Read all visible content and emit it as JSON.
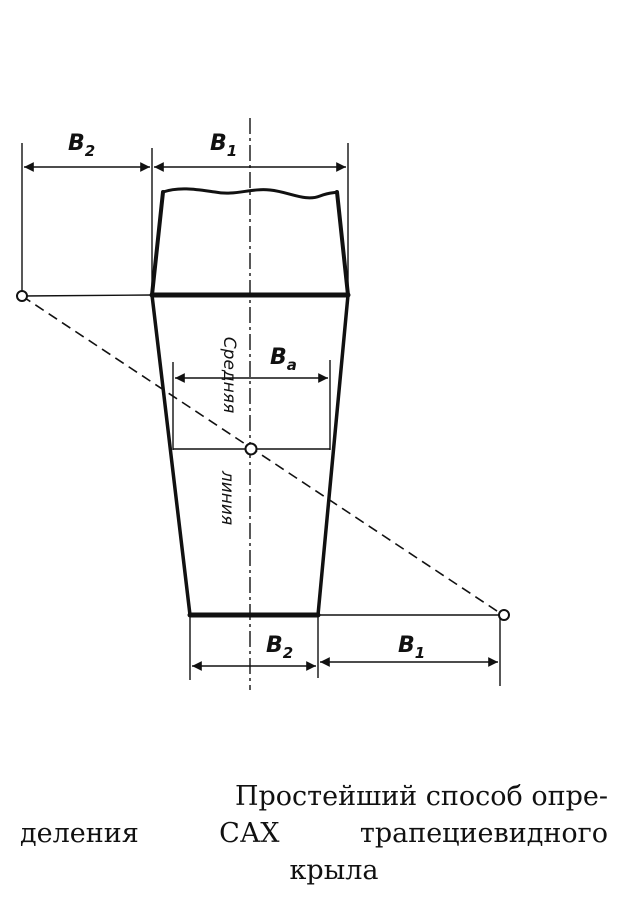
{
  "labels": {
    "top_left_dim": {
      "letter": "B",
      "sub": "2"
    },
    "top_right_dim": {
      "letter": "B",
      "sub": "1"
    },
    "mac_dim": {
      "letter": "B",
      "sub": "a"
    },
    "bottom_left_dim": {
      "letter": "B",
      "sub": "2"
    },
    "bottom_right_dim": {
      "letter": "B",
      "sub": "1"
    },
    "mid_line_word1": "Средняя",
    "mid_line_word2": "линия"
  },
  "caption": {
    "line1": "Простейший способ опре-",
    "line2": "деления САХ трапециевидного",
    "line3": "крыла"
  }
}
